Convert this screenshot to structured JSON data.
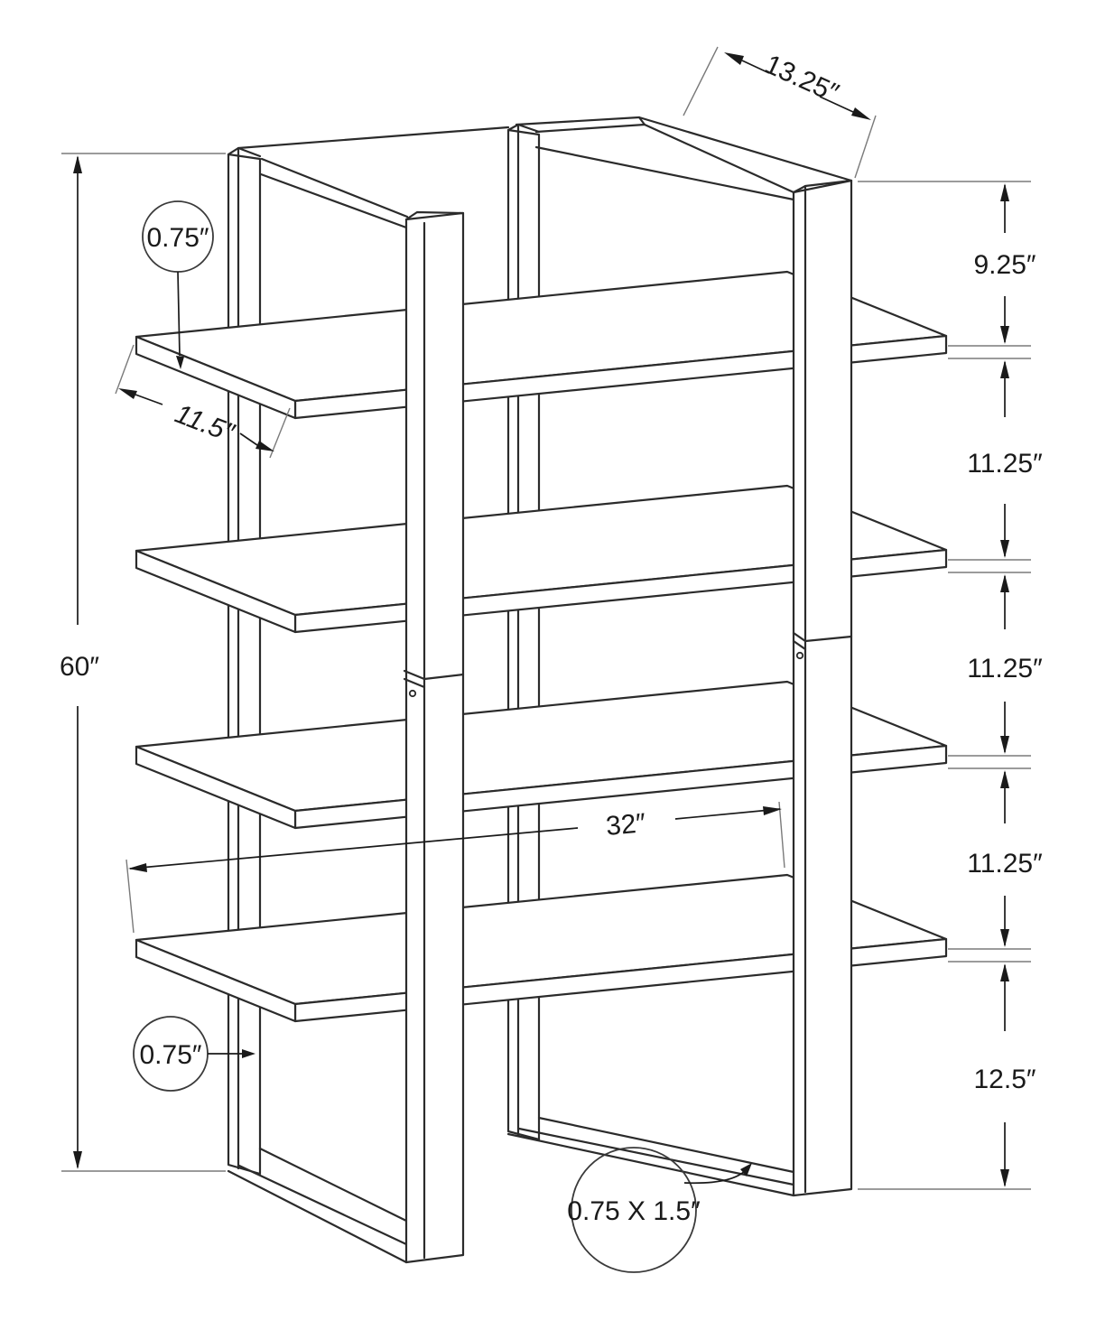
{
  "diagram": {
    "labels": {
      "top_depth": "13.25″",
      "right_chain": [
        "9.25″",
        "11.25″",
        "11.25″",
        "11.25″",
        "12.5″"
      ],
      "height": "60″",
      "shelf_depth": "11.5″",
      "width": "32″",
      "shelf_thickness": "0.75″",
      "post_width": "0.75″",
      "rail_profile": "0.75 X 1.5″"
    },
    "colors": {
      "line": "#2b2b2b",
      "extension": "#7a7a7a",
      "background": "#ffffff"
    }
  }
}
